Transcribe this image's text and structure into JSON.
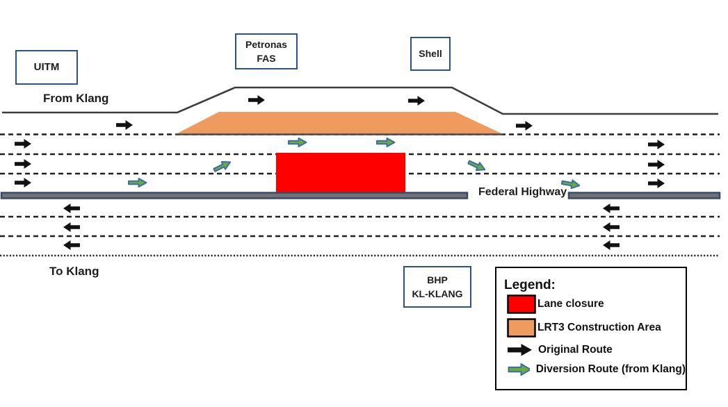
{
  "diagram": {
    "landmarks": {
      "uitm": "UITM",
      "petronas": {
        "line1": "Petronas",
        "line2": "FAS"
      },
      "shell": "Shell",
      "bhp": {
        "line1": "BHP",
        "line2": "KL-KLANG"
      }
    },
    "road_labels": {
      "from_klang": "From Klang",
      "to_klang": "To Klang",
      "federal_highway": "Federal Highway"
    },
    "legend": {
      "title": "Legend:",
      "items": [
        {
          "icon": "lane-closure-swatch",
          "label": "Lane closure"
        },
        {
          "icon": "construction-area-swatch",
          "label": "LRT3 Construction Area"
        },
        {
          "icon": "original-route-arrow",
          "label": "Original Route"
        },
        {
          "icon": "diversion-route-arrow",
          "label": "Diversion Route (from Klang)"
        }
      ]
    },
    "colors": {
      "lane_closure": "#FF0000",
      "construction_area": "#EF9A5E",
      "original_route_arrow": "#111111",
      "diversion_arrow_fill": "#6AAB3F",
      "diversion_arrow_border": "#3A6EA5",
      "landmark_box_border": "#2E5181",
      "highway_bar_fill": "#6E7277",
      "highway_bar_border": "#3A4A66"
    }
  }
}
